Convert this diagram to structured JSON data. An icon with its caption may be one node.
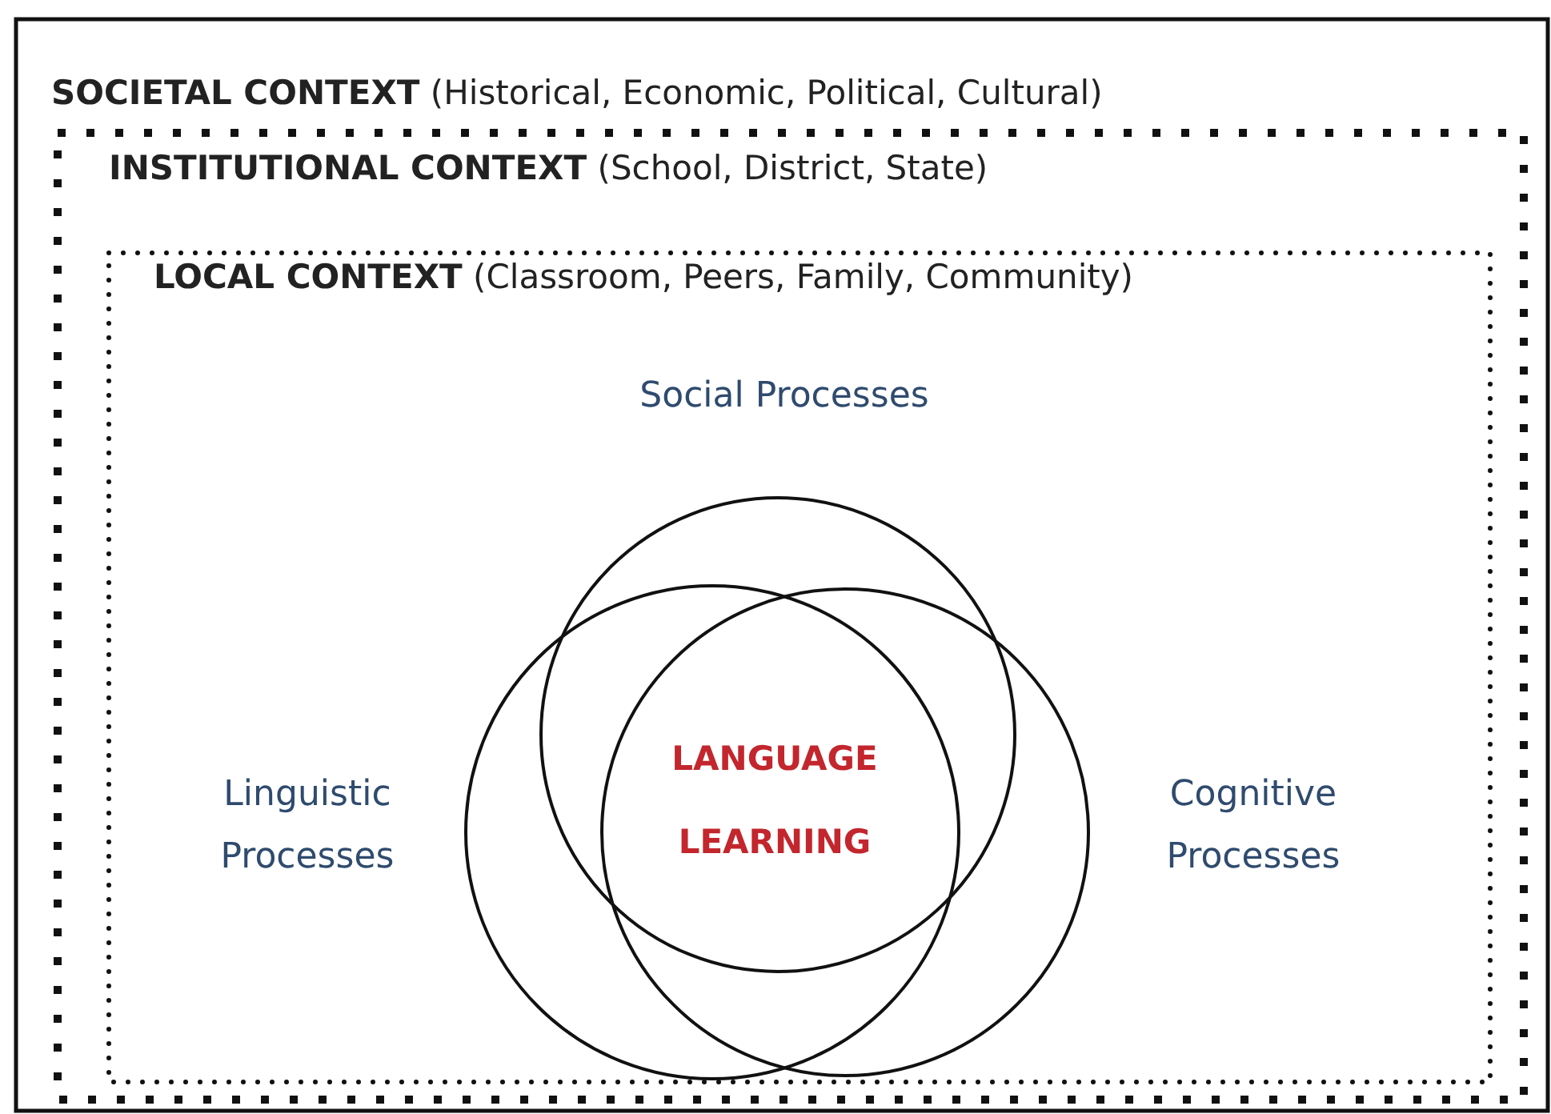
{
  "diagram": {
    "nodes": [
      {
        "text": [
          "**SOCIETAL CONTEXT** (Historical, Economic, Political, Cultural)"
        ]
      },
      {
        "text": [
          "**INSTITUTIONAL CONTEXT** (School, District, State)"
        ],
        "in": 0
      },
      {
        "text": [
          "**LOCAL CONTEXT** (Classroom, Peers,  Family, Community)"
        ],
        "in": 1
      },
      {
        "text": [],
        "shape": "circle",
        "in": 2,
        "beside": [
          "Social Processes"
        ]
      },
      {
        "text": [],
        "shape": "circle",
        "in": 2,
        "beside": [
          "Linguistic Processes"
        ]
      },
      {
        "text": [],
        "shape": "circle",
        "in": 2,
        "beside": [
          "Cognitive Processes"
        ]
      }
    ],
    "edges": [],
    "labels": [
      "LANGUAGE LEARNING"
    ]
  }
}
